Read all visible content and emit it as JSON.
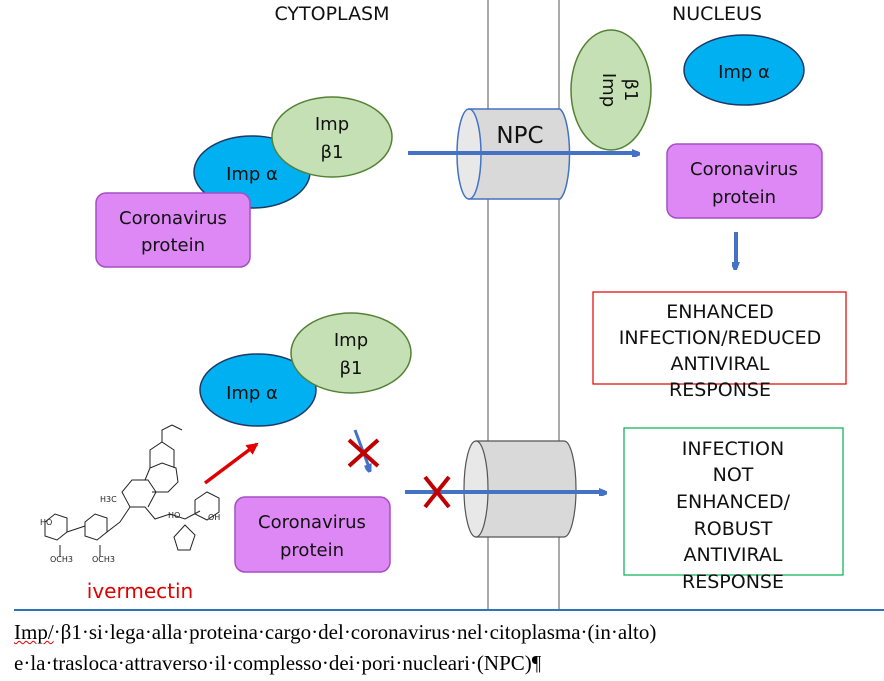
{
  "regions": {
    "cytoplasm": "CYTOPLASM",
    "nucleus": "NUCLEUS"
  },
  "npc_label": "NPC",
  "imp_alpha": "Imp α",
  "imp_beta": [
    "Imp",
    "β1"
  ],
  "coronavirus_protein": [
    "Coronavirus",
    "protein"
  ],
  "outcome_enhanced": [
    "ENHANCED",
    "INFECTION/REDUCED",
    "ANTIVIRAL",
    "RESPONSE"
  ],
  "outcome_not_enhanced": [
    "INFECTION",
    "NOT",
    "ENHANCED/",
    "ROBUST",
    "ANTIVIRAL",
    "RESPONSE"
  ],
  "drug_label": "ivermectin",
  "colors": {
    "imp_alpha": "#00b0f0",
    "imp_beta": "#c5e0b4",
    "protein": "#dd88f5",
    "arrow": "#4472c4",
    "red": "#e00000",
    "green_box": "#00b050",
    "rule": "#2e74b5"
  },
  "caption": {
    "line1_word": "Imp/",
    "line1_rest": "·β1·si·lega·alla·proteina·cargo·del·coronavirus·nel·citoplasma·(in·alto)",
    "line2": "e·la·trasloca·attraverso·il·complesso·dei·pori·nucleari·(NPC)¶"
  }
}
